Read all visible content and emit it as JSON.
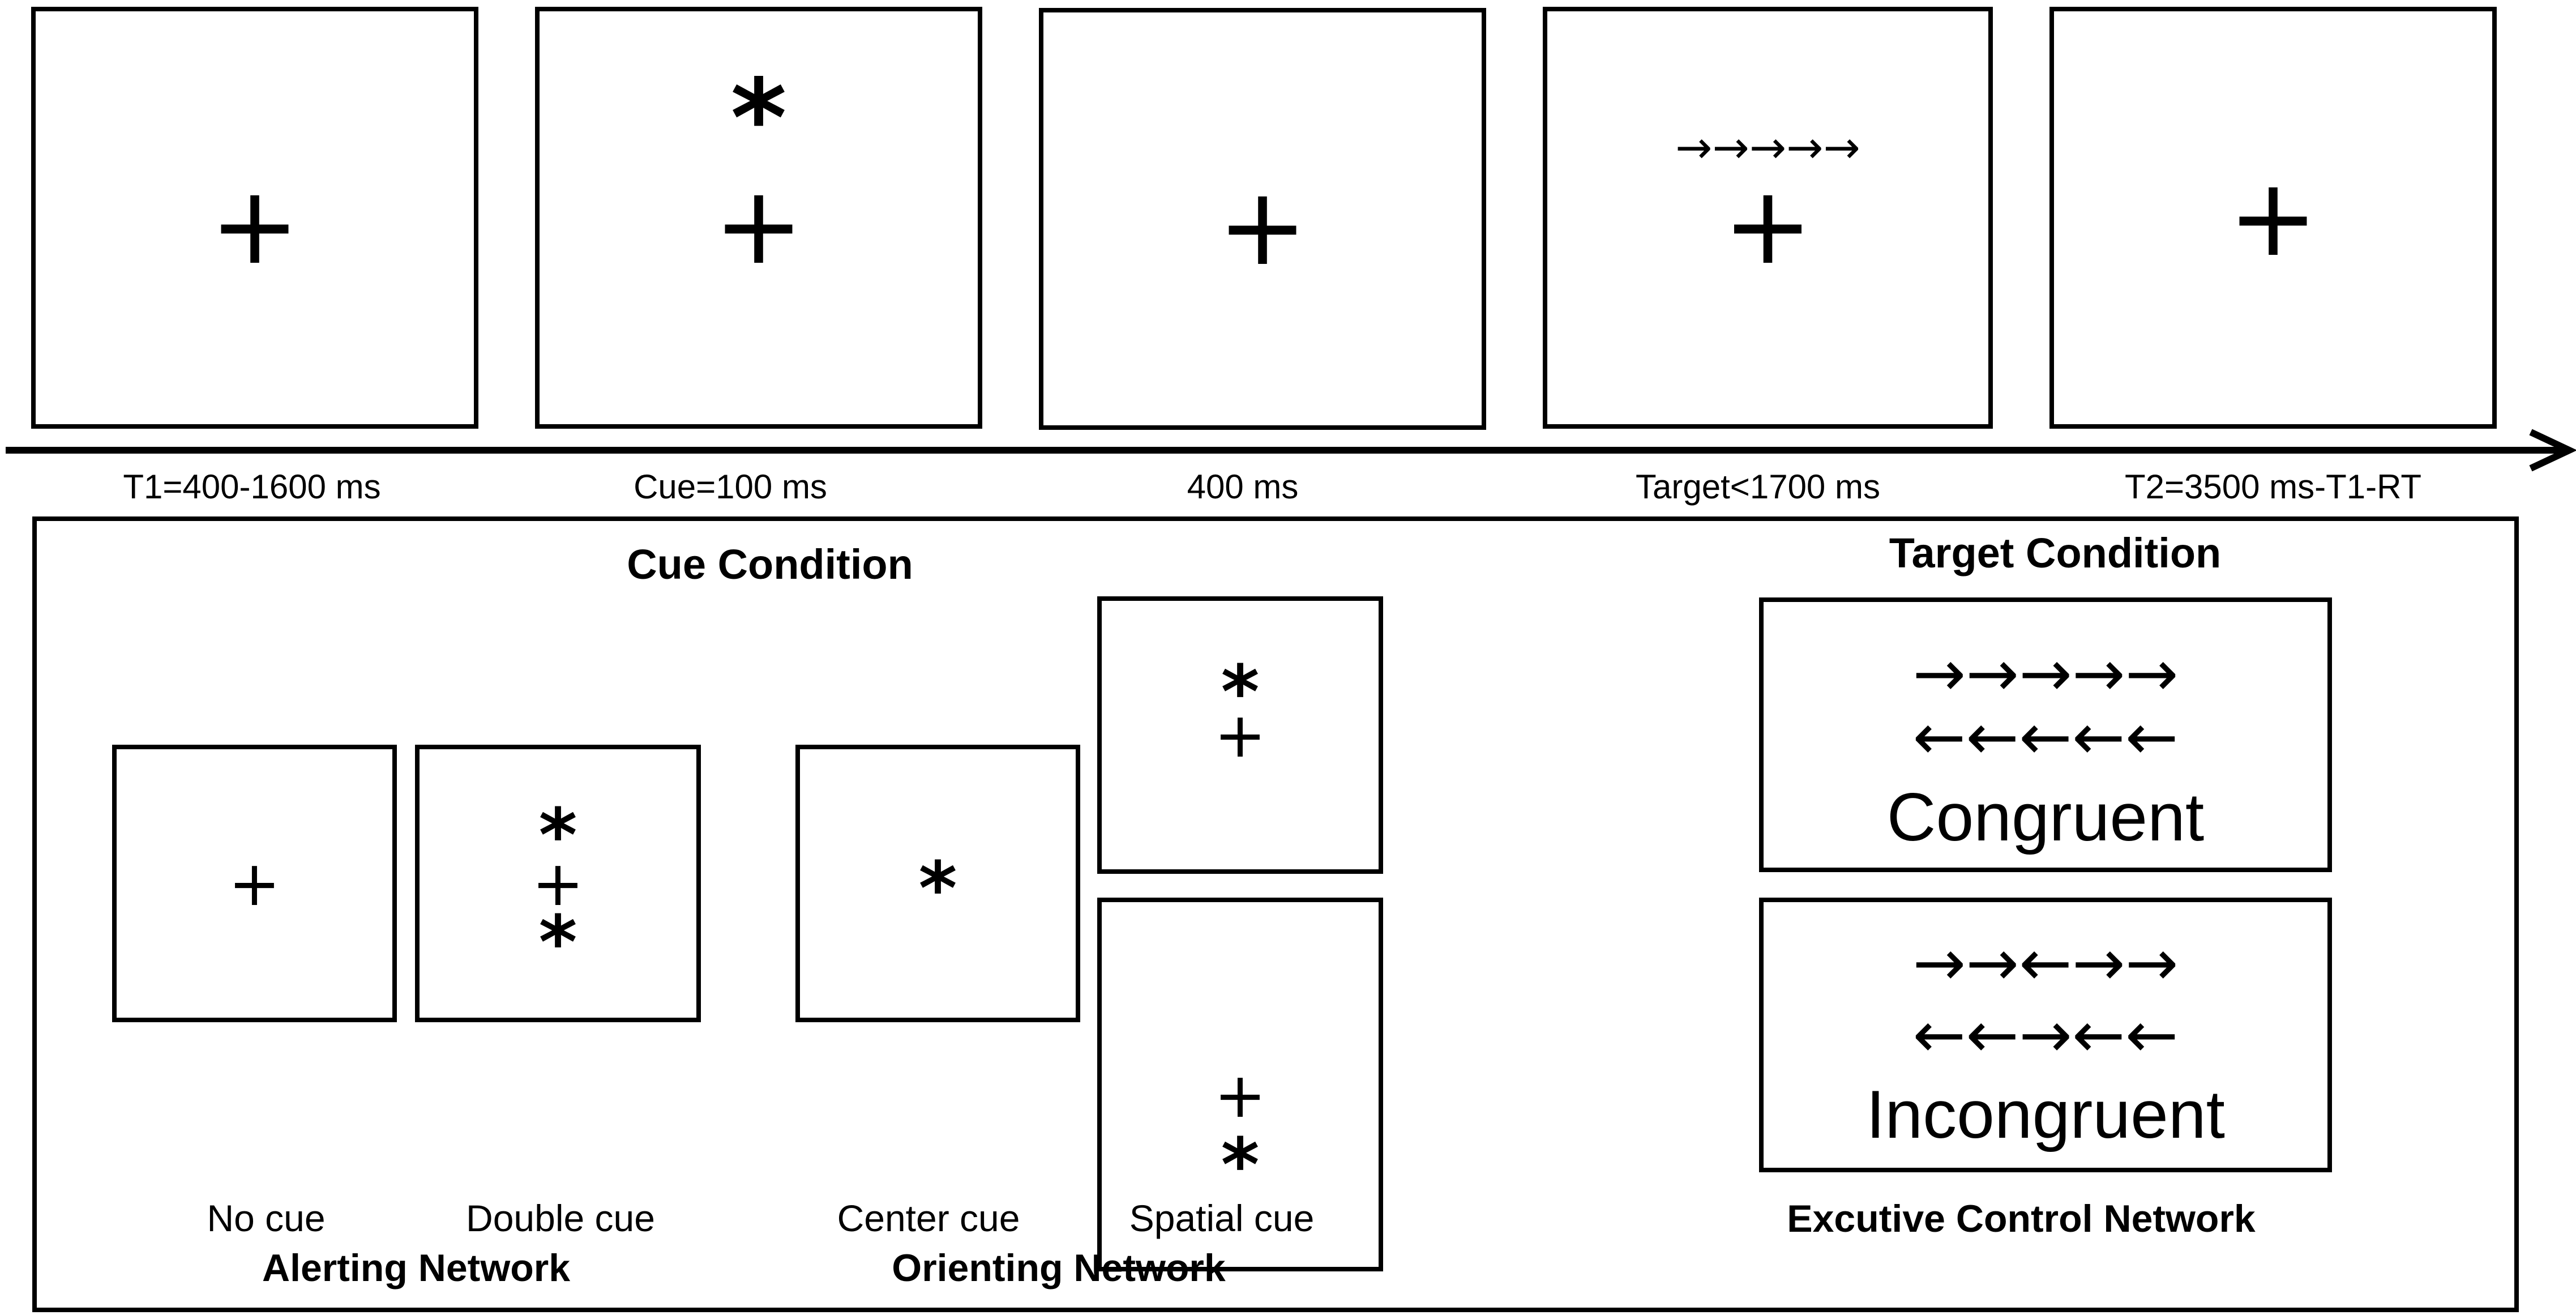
{
  "timeline": {
    "frames": [
      {
        "symbols": {
          "cross": "+"
        }
      },
      {
        "symbols": {
          "star": "*",
          "cross": "+"
        }
      },
      {
        "symbols": {
          "cross": "+"
        }
      },
      {
        "symbols": {
          "arrows": "→→→→→",
          "cross": "+"
        }
      },
      {
        "symbols": {
          "cross": "+"
        }
      }
    ],
    "labels": [
      "T1=400-1600 ms",
      "Cue=100 ms",
      "400 ms",
      "Target<1700 ms",
      "T2=3500 ms-T1-RT"
    ]
  },
  "cue_condition": {
    "title": "Cue Condition",
    "no_cue": {
      "label": "No cue",
      "cross": "+"
    },
    "double_cue": {
      "label": "Double cue",
      "star": "*",
      "cross": "+"
    },
    "center_cue": {
      "label": "Center cue",
      "star": "*"
    },
    "spatial_cue": {
      "label": "Spatial cue",
      "star": "*",
      "cross": "+"
    },
    "alerting_network": "Alerting Network",
    "orienting_network": "Orienting Network"
  },
  "target_condition": {
    "title": "Target Condition",
    "congruent": {
      "row1": "→→→→→",
      "row2": "←←←←←",
      "label": "Congruent"
    },
    "incongruent": {
      "row1": "→→←→→",
      "row2": "←←→←←",
      "label": "Incongruent"
    },
    "network": "Excutive Control Network"
  }
}
